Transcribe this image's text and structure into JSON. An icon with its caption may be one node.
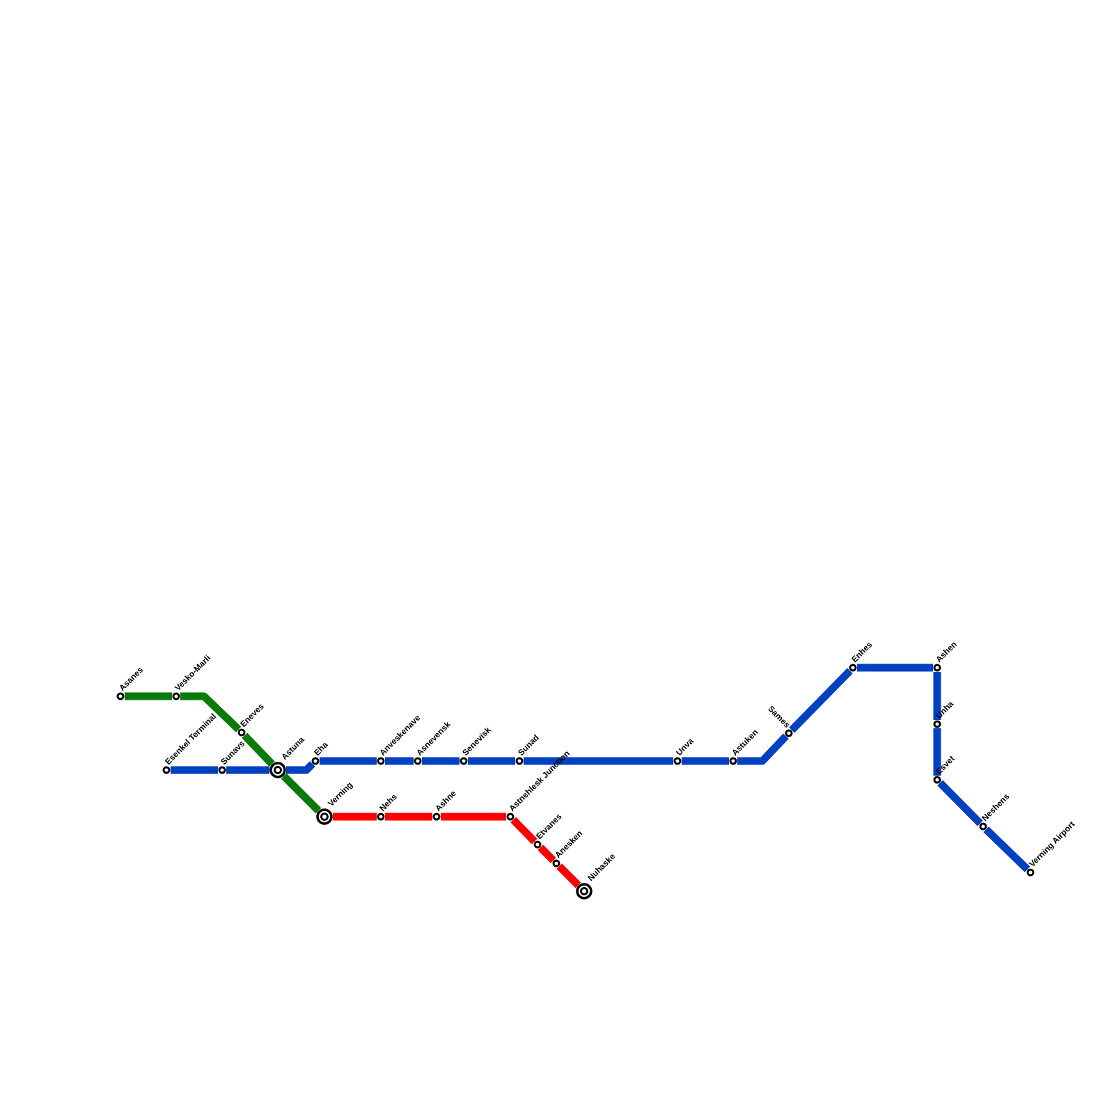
{
  "diagram": {
    "nodes": [
      {
        "text": [
          "Asanes"
        ]
      },
      {
        "text": [
          "Vesko-Marli"
        ]
      },
      {
        "text": [
          "Esenkel Terminal"
        ]
      },
      {
        "text": [
          "Sunavs"
        ]
      },
      {
        "text": [
          "Eneves"
        ]
      },
      {
        "text": [
          "Astuna"
        ]
      },
      {
        "text": [
          "Eha"
        ]
      },
      {
        "text": [
          "Anveskenave"
        ]
      },
      {
        "text": [
          "Asnevensk"
        ]
      },
      {
        "text": [
          "Senevisk"
        ]
      },
      {
        "text": [
          "Sunad"
        ]
      },
      {
        "text": [
          "Verning"
        ]
      },
      {
        "text": [
          "Nehs"
        ]
      },
      {
        "text": [
          "Ashne"
        ]
      },
      {
        "text": [
          "Astnehlesk Junction"
        ]
      },
      {
        "text": [
          "Etvanes"
        ]
      },
      {
        "text": [
          "Anesken"
        ]
      },
      {
        "text": [
          "Nuhaske"
        ]
      },
      {
        "text": [
          "Unva"
        ]
      },
      {
        "text": [
          "Astuken"
        ]
      },
      {
        "text": [
          "Sames"
        ]
      },
      {
        "text": [
          "Enhes"
        ]
      },
      {
        "text": [
          "Ashen"
        ]
      },
      {
        "text": [
          "Unha"
        ]
      },
      {
        "text": [
          "Esvet"
        ]
      },
      {
        "text": [
          "Neshens"
        ]
      },
      {
        "text": [
          "Verning Airport"
        ]
      }
    ],
    "edges": [
      {
        "from": 0,
        "to": 1,
        "arrow": "none",
        "color": "#0a7a0a"
      },
      {
        "from": 1,
        "to": 4,
        "arrow": "none",
        "color": "#0a7a0a"
      },
      {
        "from": 4,
        "to": 5,
        "arrow": "none",
        "color": "#0a7a0a"
      },
      {
        "from": 5,
        "to": 11,
        "arrow": "none",
        "color": "#0a7a0a"
      },
      {
        "from": 2,
        "to": 3,
        "arrow": "none"
      },
      {
        "from": 3,
        "to": 5,
        "arrow": "none"
      },
      {
        "from": 5,
        "to": 6,
        "arrow": "none"
      },
      {
        "from": 6,
        "to": 7,
        "arrow": "none"
      },
      {
        "from": 7,
        "to": 8,
        "arrow": "none"
      },
      {
        "from": 8,
        "to": 9,
        "arrow": "none"
      },
      {
        "from": 9,
        "to": 10,
        "arrow": "none"
      },
      {
        "from": 10,
        "to": 18,
        "arrow": "none"
      },
      {
        "from": 18,
        "to": 19,
        "arrow": "none"
      },
      {
        "from": 19,
        "to": 20,
        "arrow": "none"
      },
      {
        "from": 20,
        "to": 21,
        "arrow": "none"
      },
      {
        "from": 21,
        "to": 22,
        "arrow": "none"
      },
      {
        "from": 22,
        "to": 23,
        "arrow": "none"
      },
      {
        "from": 23,
        "to": 24,
        "arrow": "none"
      },
      {
        "from": 24,
        "to": 25,
        "arrow": "none"
      },
      {
        "from": 25,
        "to": 26,
        "arrow": "none"
      },
      {
        "from": 11,
        "to": 12,
        "arrow": "none",
        "color": "#ff0000"
      },
      {
        "from": 12,
        "to": 13,
        "arrow": "none",
        "color": "#ff0000"
      },
      {
        "from": 13,
        "to": 14,
        "arrow": "none",
        "color": "#ff0000"
      },
      {
        "from": 14,
        "to": 15,
        "arrow": "none",
        "color": "#ff0000"
      },
      {
        "from": 15,
        "to": 16,
        "arrow": "none",
        "color": "#ff0000"
      },
      {
        "from": 16,
        "to": 17,
        "arrow": "none",
        "color": "#ff0000"
      }
    ]
  }
}
